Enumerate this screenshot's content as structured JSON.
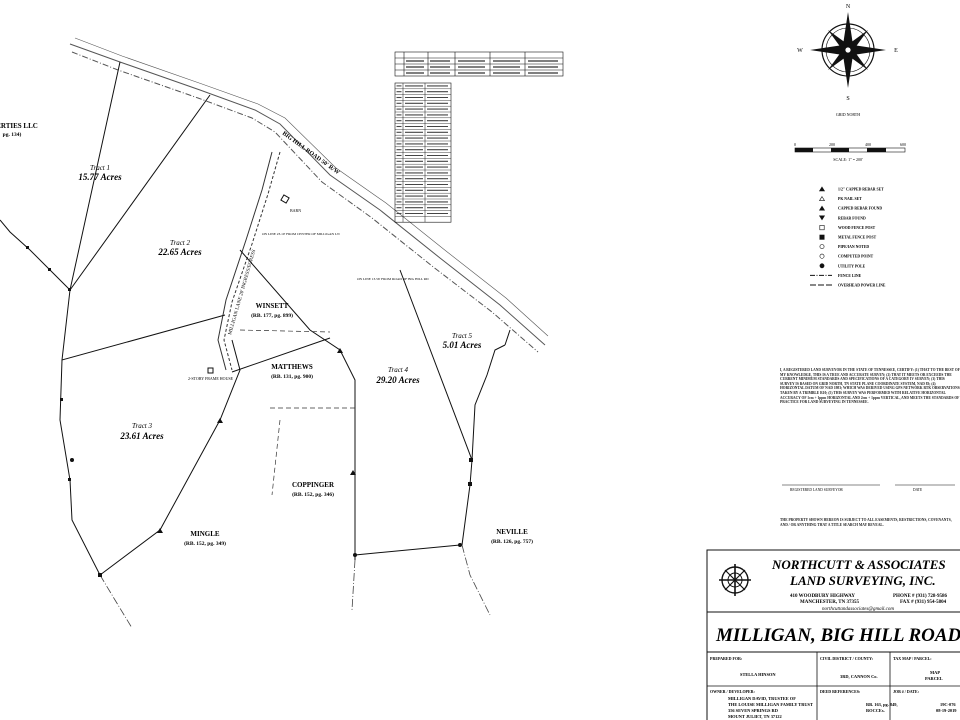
{
  "tracts": [
    {
      "name": "Tract 1",
      "acres": "15.77 Acres"
    },
    {
      "name": "Tract 2",
      "acres": "22.65 Acres"
    },
    {
      "name": "Tract 3",
      "acres": "23.61 Acres"
    },
    {
      "name": "Tract 4",
      "acres": "29.20 Acres"
    },
    {
      "name": "Tract 5",
      "acres": "5.01 Acres"
    }
  ],
  "adjoiners": [
    {
      "name": "WINSETT",
      "ref": "(RB. 177, pg. 899)"
    },
    {
      "name": "MATTHEWS",
      "ref": "(RB. 131, pg. 900)"
    },
    {
      "name": "COPPINGER",
      "ref": "(RB. 152, pg. 346)"
    },
    {
      "name": "MINGLE",
      "ref": "(RB. 152, pg. 349)"
    },
    {
      "name": "NEVILLE",
      "ref": "(RB. 126, pg. 757)"
    },
    {
      "name": "ERTIES LLC",
      "ref": "pg. 134)"
    }
  ],
  "road": {
    "label": "BIG HILL ROAD 50' R/W",
    "easement": "MILLIGAN LANE 20' INGRESS/EGRESS"
  },
  "notes": {
    "barn": "BARN",
    "house": "2-STORY FRAME HOUSE",
    "centerline1": "ON LINE 23.10' FROM CENTER OF MILLIGAN LN",
    "centerline2": "ON LINE 13.56' FROM ROAD OF BIG HILL RD"
  },
  "compass": {
    "n": "N",
    "s": "S",
    "e": "E",
    "w": "W",
    "grid": "GRID NORTH"
  },
  "scale": {
    "ticks": [
      "0",
      "200",
      "400",
      "600"
    ],
    "label": "SCALE: 1\" = 200'"
  },
  "legend": [
    "1/2\" CAPPED REBAR SET",
    "PK NAIL SET",
    "CAPPED REBAR FOUND",
    "REBAR FOUND",
    "WOOD FENCE POST",
    "METAL FENCE POST",
    "PIPE/IAN NOTED",
    "COMPUTED POINT",
    "UTILITY POLE",
    "FENCE LINE",
    "OVERHEAD POWER LINE"
  ],
  "certification": "I, A REGISTERED LAND SURVEYOR IN THE STATE OF TENNESSEE, CERTIFY: (1) THAT TO THE BEST OF MY KNOWLEDGE, THIS IS A TRUE AND ACCURATE SURVEY; (2) THAT IT MEETS OR EXCEEDS THE CURRENT MINIMUM STANDARDS AND SPECIFICATIONS OF A CATEGORY IV SURVEY; (3) THIS SURVEY IS BASED ON GRID NORTH, TN STATE PLANE COORDINATE SYSTEM, NAD 83; (4) HORIZONTAL DATUM OF NAD 1983; WHICH WAS DERIVED USING GPS NETWORK RTK OBSERVATIONS TAKEN BY A TRIMBLE R10; (5) THIS SURVEY WAS PERFORMED WITH RELATIVE HORIZONTAL ACCURACY OF 1cm + 1ppm HORIZONTAL AND 2cm + 1ppm VERTICAL, AND MEETS THE STANDARDS OF PRACTICE FOR LAND SURVEYING IN TENNESSEE.",
  "signature_line": "REGISTERED LAND SURVEYOR",
  "date_label": "DATE",
  "disclaimer": "THE PROPERTY SHOWN HEREON IS SUBJECT TO ALL EASEMENTS, RESTRICTIONS, COVENANTS, AND / OR ANYTHING THAT A TITLE SEARCH MAY REVEAL.",
  "company": {
    "name1": "NORTHCUTT & ASSOCIATES",
    "name2": "LAND SURVEYING, INC.",
    "address1": "410 WOODBURY HIGHWAY",
    "address2": "MANCHESTER, TN 37355",
    "phone": "PHONE # (931) 728-9586",
    "fax": "FAX # (931) 954-5804",
    "email": "northcuttandassociates@gmail.com"
  },
  "project_title": "MILLIGAN, BIG HILL ROAD",
  "title_block": {
    "prepared_for_label": "PREPARED FOR:",
    "prepared_for": "STELLA HINSON",
    "district_label": "CIVIL DISTRICT / COUNTY:",
    "district": "3RD, CANNON Co.",
    "taxmap_label": "TAX MAP / PARCEL:",
    "map": "MAP",
    "parcel": "PARCEL",
    "owner_label": "OWNER / DEVELOPER:",
    "owner1": "MILLIGAN DAVID, TRUSTEE OF",
    "owner2": "THE LOUISE MILLIGAN FAMILY TRUST",
    "owner3": "356 SEVEN SPRINGS RD",
    "owner4": "MOUNT JULIET, TN 37122",
    "deed_label": "DEED REFERENCES:",
    "deed1": "RB. 163, pg. 849,",
    "deed2": "ROCCEs.",
    "job_label": "JOB # / DATE:",
    "job": "19C-076",
    "date": "08-19-2019"
  },
  "colors": {
    "ink": "#111111",
    "road": "#555555",
    "paper": "#ffffff"
  }
}
